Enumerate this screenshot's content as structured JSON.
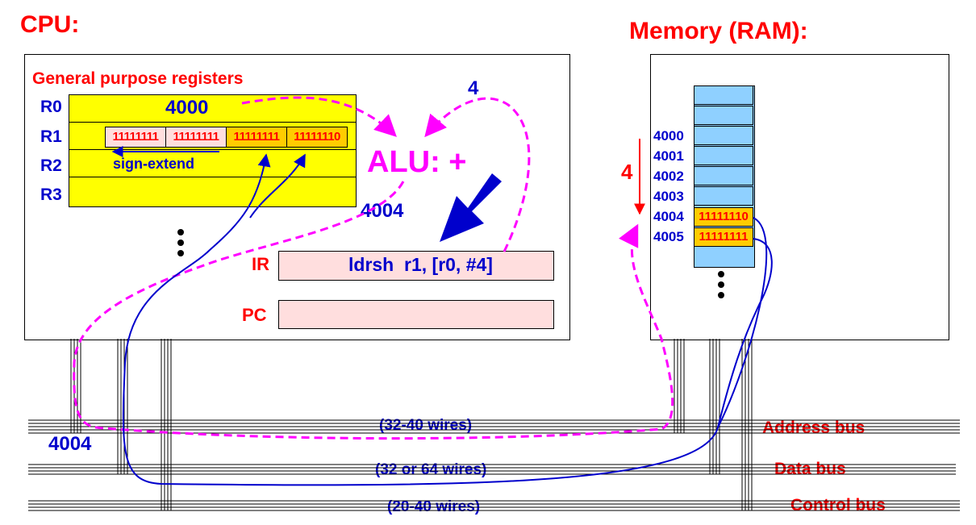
{
  "cpu": {
    "title": "CPU:",
    "regfile_title": "General purpose registers",
    "registers": [
      "R0",
      "R1",
      "R2",
      "R3"
    ],
    "r0_value": "4000",
    "r1_bytes": [
      "11111111",
      "11111111",
      "11111111",
      "11111110"
    ],
    "sign_extend_label": "sign-extend",
    "alu_label": "ALU: +",
    "offset_label": "4",
    "result_label": "4004",
    "ir_label": "IR",
    "ir_value": "ldrsh  r1, [r0, #4]",
    "pc_label": "PC",
    "pc_value": ""
  },
  "memory": {
    "title": "Memory (RAM):",
    "addresses": [
      "4000",
      "4001",
      "4002",
      "4003",
      "4004",
      "4005"
    ],
    "byte_4004": "11111110",
    "byte_4005": "11111111",
    "offset_label": "4"
  },
  "buses": {
    "address_label": "Address bus",
    "address_wires": "(32-40 wires)",
    "address_value": "4004",
    "data_label": "Data bus",
    "data_wires": "(32 or 64 wires)",
    "control_label": "Control bus",
    "control_wires": "(20-40 wires)"
  },
  "colors": {
    "title_red": "#ff0000",
    "label_blue": "#0000cc",
    "address_path_magenta": "#ff00ff",
    "data_path_blue": "#0000cc",
    "register_yellow": "#ffff00",
    "memory_blue": "#8fd0ff",
    "highlight_orange": "#ffcc00",
    "ir_pink": "#ffdede"
  }
}
